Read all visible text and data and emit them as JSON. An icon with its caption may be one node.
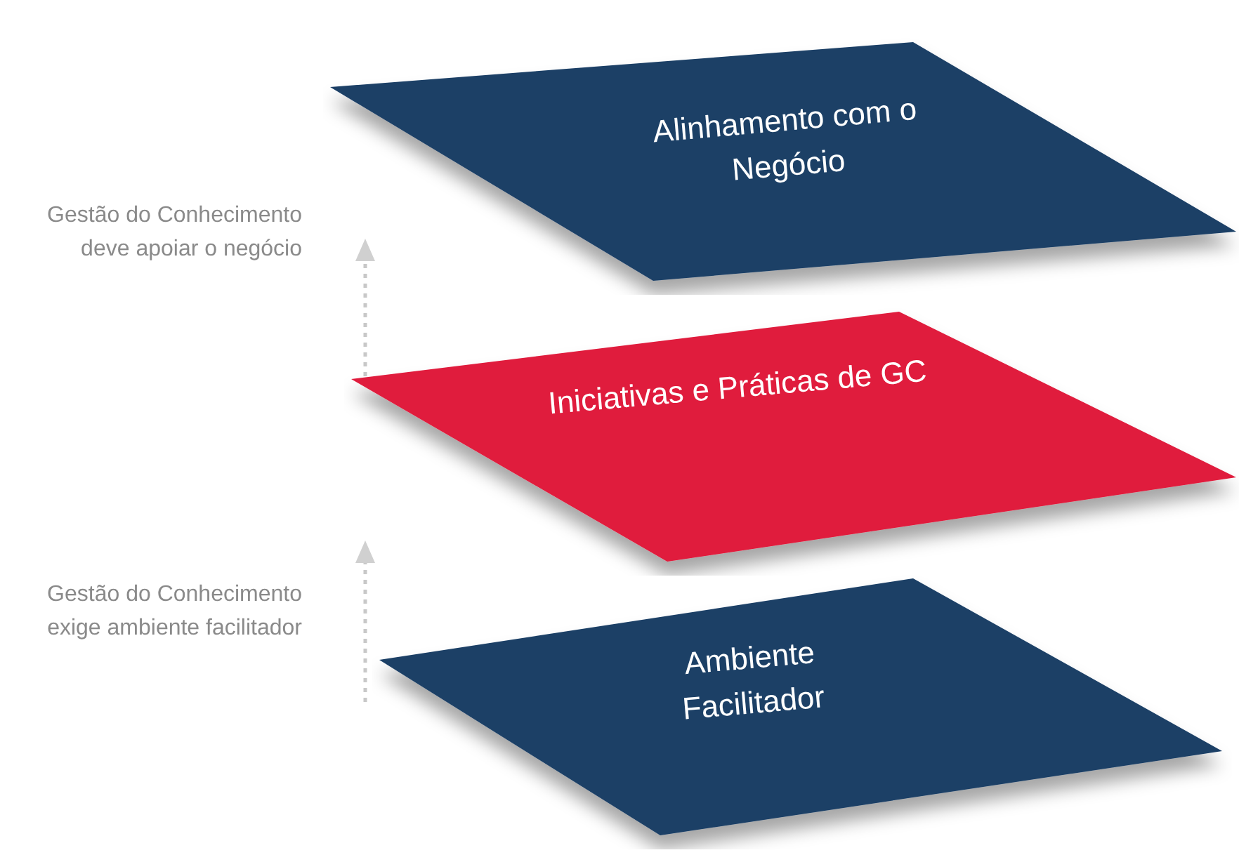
{
  "diagram": {
    "nodes": [
      {
        "text": [
          "Alinhamento com o Negócio"
        ]
      },
      {
        "text": [
          "Iniciativas e Práticas de GC"
        ]
      },
      {
        "text": [
          "Ambiente Facilitador"
        ]
      }
    ],
    "labels": [
      "Gestão do Conhecimento deve apoiar o negócio",
      "Gestão do Conhecimento exige ambiente facilitador"
    ]
  }
}
